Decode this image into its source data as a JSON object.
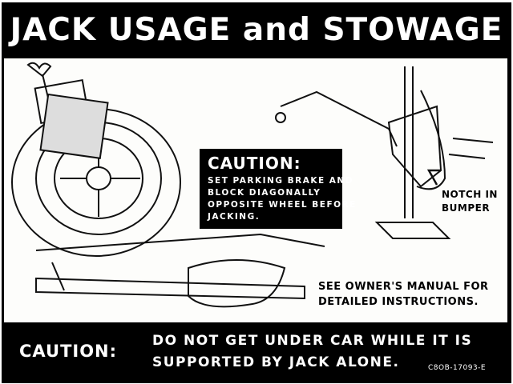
{
  "title": "JACK USAGE and STOWAGE",
  "caution_box": {
    "heading": "CAUTION:",
    "lines": [
      "SET PARKING BRAKE AND",
      "BLOCK DIAGONALLY",
      "OPPOSITE WHEEL BEFORE",
      "JACKING."
    ]
  },
  "notch_label": [
    "NOTCH IN",
    "BUMPER"
  ],
  "manual_note": [
    "SEE OWNER'S MANUAL FOR",
    "DETAILED INSTRUCTIONS."
  ],
  "bottom": {
    "caution": "CAUTION:",
    "message": [
      "DO NOT GET UNDER CAR WHILE IT IS",
      "SUPPORTED BY JACK ALONE."
    ],
    "part_code": "C8OB-17093-E"
  }
}
